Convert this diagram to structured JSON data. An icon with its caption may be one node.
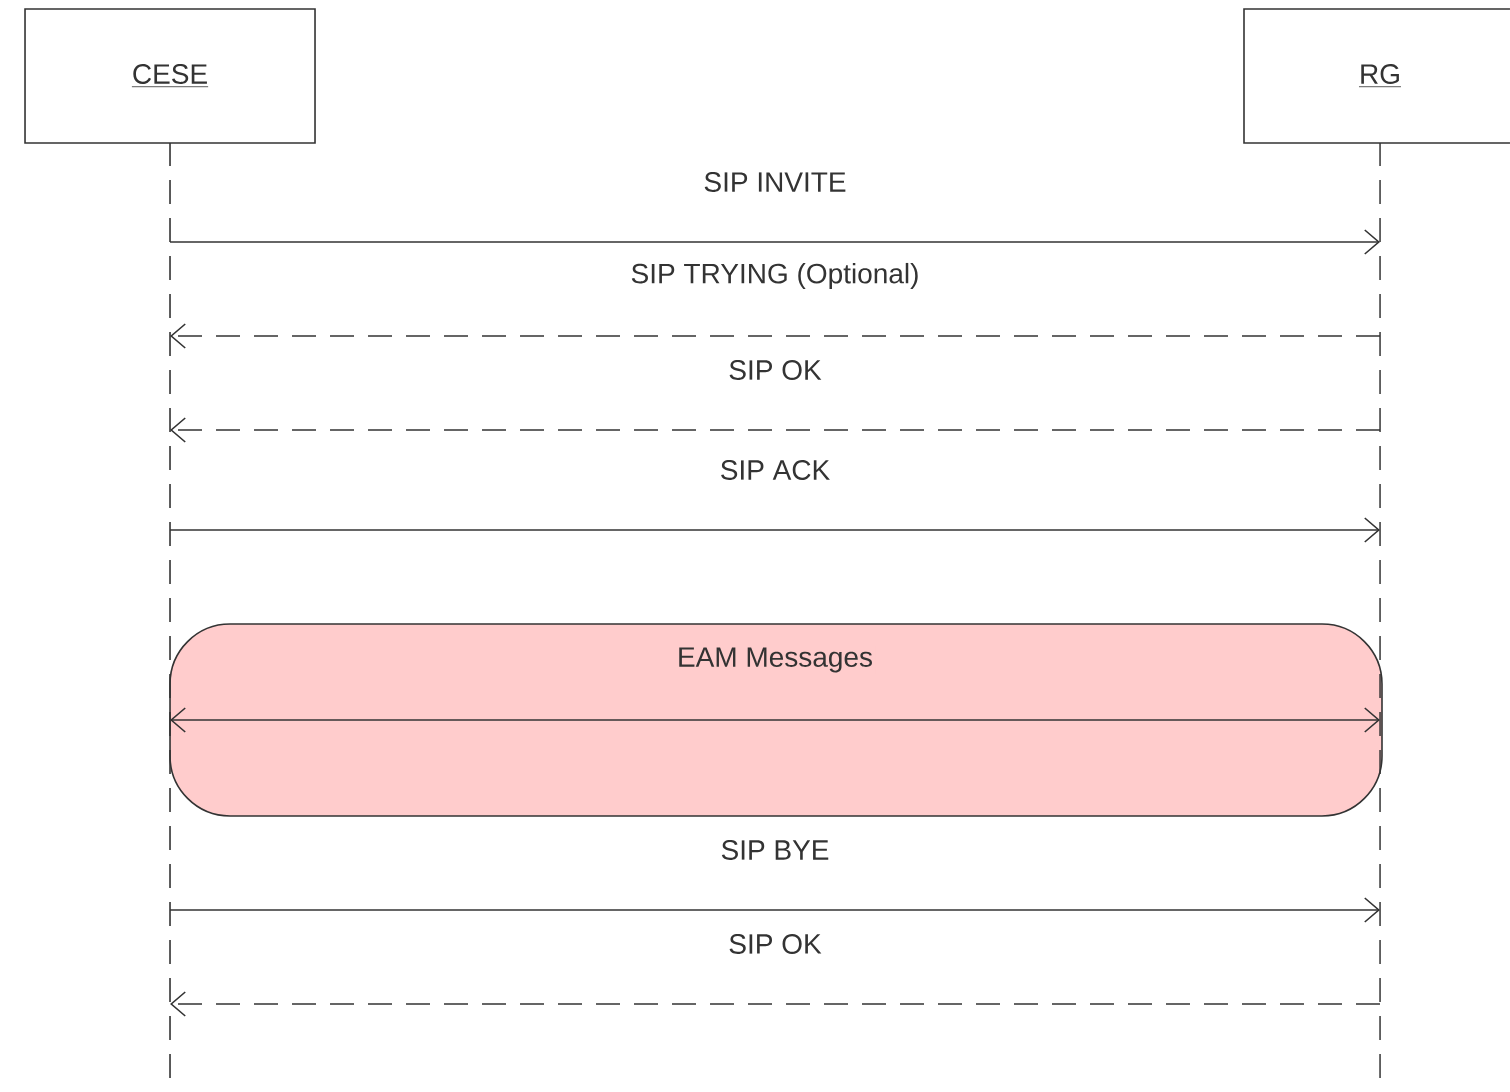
{
  "diagram": {
    "nodes": [
      {
        "text": [
          "CESE"
        ]
      },
      {
        "text": [
          "RG"
        ]
      }
    ],
    "edges": [
      {
        "from": 0,
        "to": 1,
        "arrow": "to",
        "label": "SIP INVITE"
      },
      {
        "from": 1,
        "to": 0,
        "arrow": "to",
        "label": "SIP TRYING (Optional)",
        "style": "dashed"
      },
      {
        "from": 1,
        "to": 0,
        "arrow": "to",
        "label": "SIP OK",
        "style": "dashed"
      },
      {
        "from": 0,
        "to": 1,
        "arrow": "to",
        "label": "SIP ACK"
      },
      {
        "from": 0,
        "to": 1,
        "arrow": "both",
        "label": "EAM Messages"
      },
      {
        "from": 0,
        "to": 1,
        "arrow": "to",
        "label": "SIP BYE"
      },
      {
        "from": 1,
        "to": 0,
        "arrow": "to",
        "label": "SIP OK",
        "style": "dashed"
      }
    ]
  }
}
